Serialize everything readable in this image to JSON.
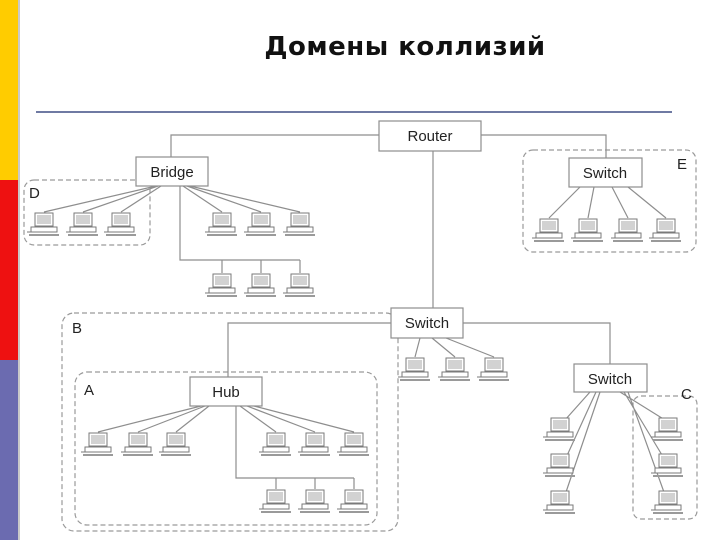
{
  "title": "Домены коллизий",
  "colors": {
    "accent_top": "#ffcc00",
    "accent_middle": "#ee1111",
    "accent_bottom": "#6b6bb0",
    "title_rule": "#6f7aa3"
  },
  "devices": {
    "router": "Router",
    "bridge": "Bridge",
    "switch_e": "Switch",
    "switch_main": "Switch",
    "hub": "Hub",
    "switch_c": "Switch"
  },
  "domains": {
    "d": "D",
    "e": "E",
    "b": "B",
    "a": "A",
    "c": "C"
  },
  "computer_icon": "desktop-computer-icon"
}
